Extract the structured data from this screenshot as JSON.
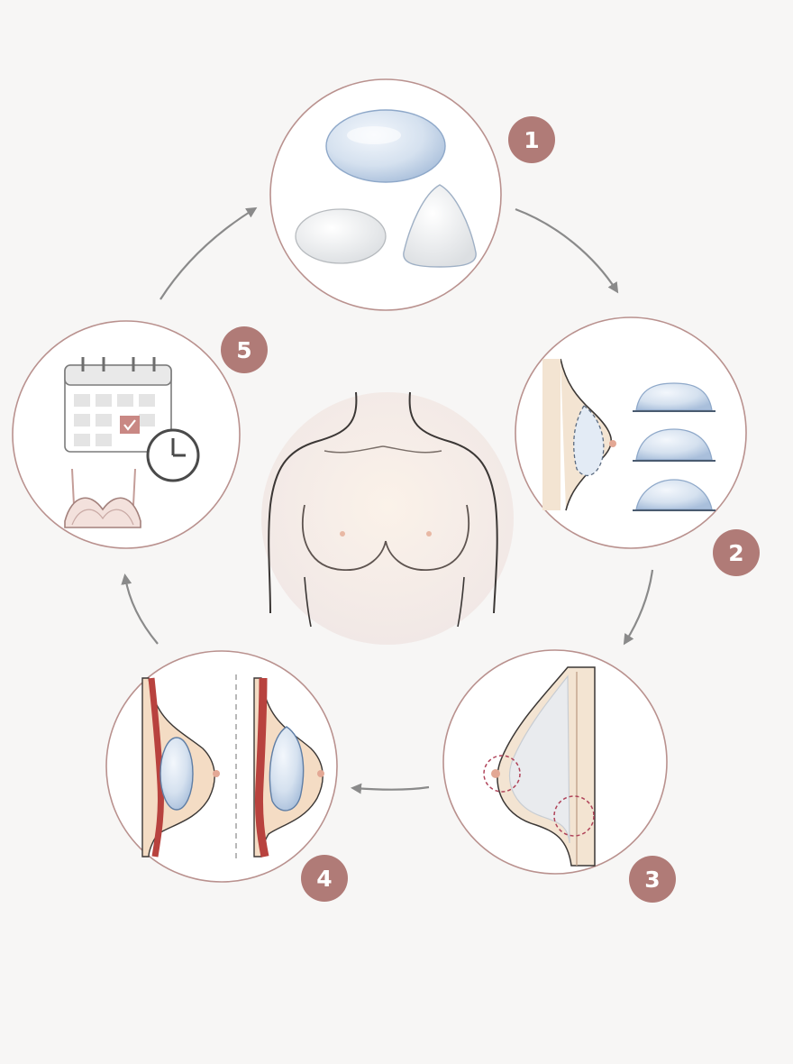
{
  "colors": {
    "background": "#f7f6f5",
    "ring": "#b9918e",
    "badge": "#b07b77",
    "badge_text": "#ffffff",
    "arrow": "#8a8a8a",
    "skin": "#f3e4d2",
    "skin_line": "#3b3735",
    "implant": "#cfdcec",
    "implant_edge": "#8ea8c9",
    "tissue": "#b8423e",
    "fat": "#f4dcc4"
  },
  "steps": [
    {
      "number": "1",
      "illustration": "implant-types"
    },
    {
      "number": "2",
      "illustration": "implant-sizing-profiles"
    },
    {
      "number": "3",
      "illustration": "incision-sites"
    },
    {
      "number": "4",
      "illustration": "placement-comparison"
    },
    {
      "number": "5",
      "illustration": "recovery-schedule"
    }
  ],
  "center": {
    "illustration": "torso-front"
  },
  "icons": [
    "calendar-icon",
    "clock-icon",
    "bra-icon",
    "checkmark-icon"
  ]
}
